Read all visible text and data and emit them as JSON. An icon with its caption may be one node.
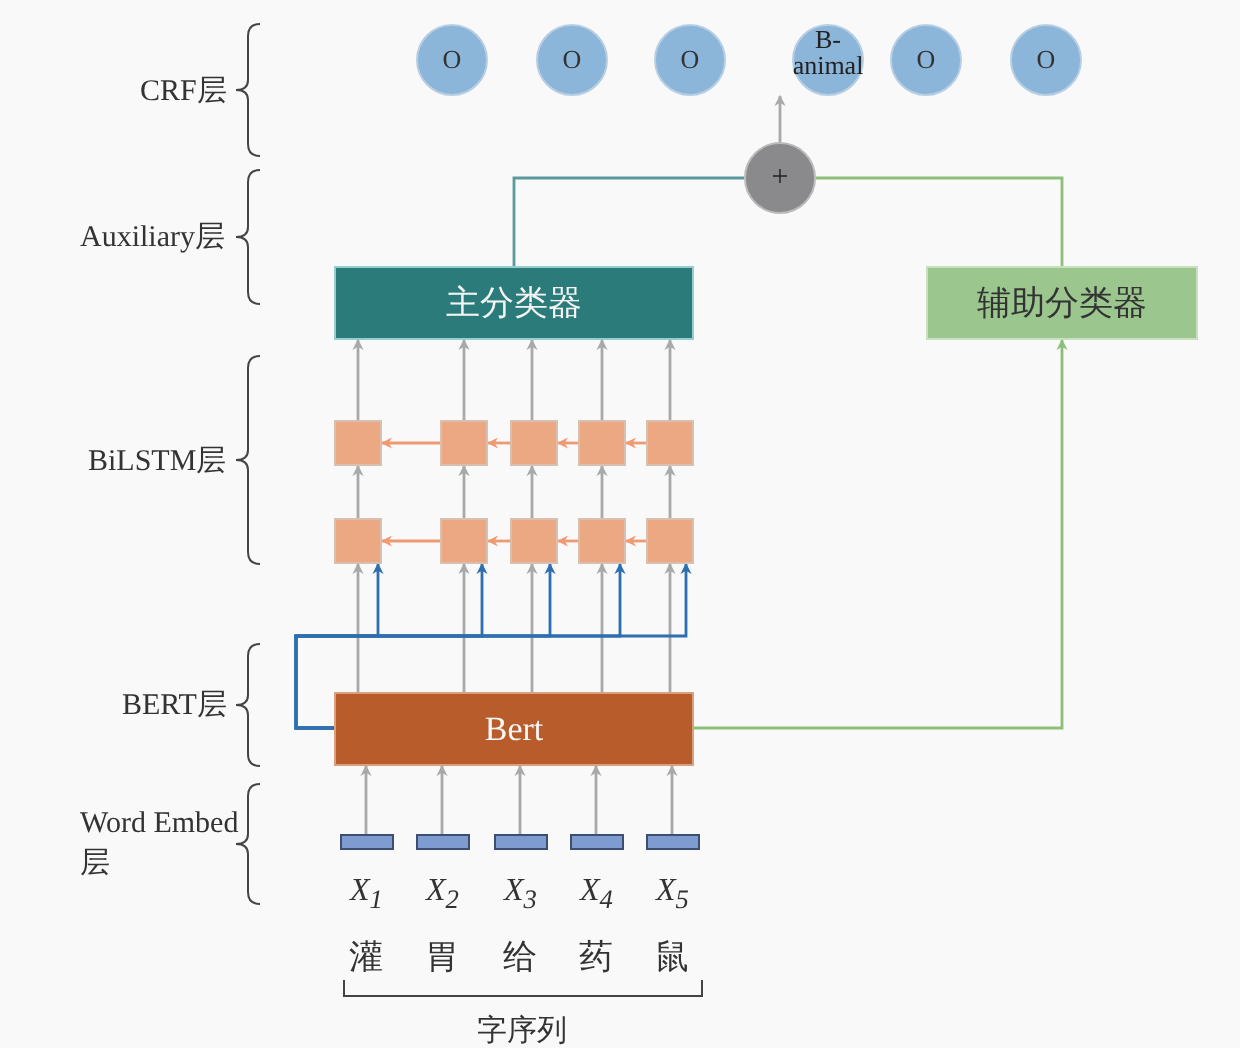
{
  "diagram": {
    "nodes": [
      {
        "text": [
          "O"
        ]
      },
      {
        "text": [
          "O"
        ]
      },
      {
        "text": [
          "O"
        ]
      },
      {
        "text": [
          "B-animal"
        ]
      },
      {
        "text": [
          "O"
        ]
      },
      {
        "text": [
          "O"
        ]
      },
      {
        "text": [
          "+"
        ]
      },
      {
        "text": [
          "主分类器"
        ]
      },
      {
        "text": [
          "辅助分类器"
        ]
      },
      {
        "text": [],
        "shape": "box"
      },
      {
        "text": [],
        "shape": "box"
      },
      {
        "text": [],
        "shape": "box"
      },
      {
        "text": [],
        "shape": "box"
      },
      {
        "text": [],
        "shape": "box"
      },
      {
        "text": [],
        "shape": "box"
      },
      {
        "text": [],
        "shape": "box"
      },
      {
        "text": [],
        "shape": "box"
      },
      {
        "text": [],
        "shape": "box"
      },
      {
        "text": [],
        "shape": "box"
      },
      {
        "text": [
          "Bert"
        ]
      },
      {
        "text": [],
        "shape": "bar"
      },
      {
        "text": [],
        "shape": "bar"
      },
      {
        "text": [],
        "shape": "bar"
      },
      {
        "text": [],
        "shape": "bar"
      },
      {
        "text": [],
        "shape": "bar"
      }
    ],
    "edges": [
      {
        "from": 6,
        "to": 3,
        "arrow": "to"
      },
      {
        "from": 7,
        "to": 6,
        "arrow": "none",
        "color": "#5a9a9c"
      },
      {
        "from": 8,
        "to": 6,
        "arrow": "none",
        "color": "#8dbf7a"
      },
      {
        "from": 19,
        "to": 8,
        "arrow": "to",
        "color": "#8dbf7a"
      },
      {
        "from": 9,
        "to": 7,
        "arrow": "to"
      },
      {
        "from": 10,
        "to": 7,
        "arrow": "to"
      },
      {
        "from": 11,
        "to": 7,
        "arrow": "to"
      },
      {
        "from": 12,
        "to": 7,
        "arrow": "to"
      },
      {
        "from": 13,
        "to": 7,
        "arrow": "to"
      },
      {
        "from": 14,
        "to": 9,
        "arrow": "to"
      },
      {
        "from": 15,
        "to": 10,
        "arrow": "to"
      },
      {
        "from": 16,
        "to": 11,
        "arrow": "to"
      },
      {
        "from": 17,
        "to": 12,
        "arrow": "to"
      },
      {
        "from": 18,
        "to": 13,
        "arrow": "to"
      },
      {
        "from": 10,
        "to": 9,
        "arrow": "to",
        "color": "#f09a72"
      },
      {
        "from": 11,
        "to": 10,
        "arrow": "to",
        "color": "#f09a72"
      },
      {
        "from": 12,
        "to": 11,
        "arrow": "to",
        "color": "#f09a72"
      },
      {
        "from": 13,
        "to": 12,
        "arrow": "to",
        "color": "#f09a72"
      },
      {
        "from": 15,
        "to": 14,
        "arrow": "to",
        "color": "#f09a72"
      },
      {
        "from": 16,
        "to": 15,
        "arrow": "to",
        "color": "#f09a72"
      },
      {
        "from": 17,
        "to": 16,
        "arrow": "to",
        "color": "#f09a72"
      },
      {
        "from": 18,
        "to": 17,
        "arrow": "to",
        "color": "#f09a72"
      },
      {
        "from": 19,
        "to": 14,
        "arrow": "to"
      },
      {
        "from": 19,
        "to": 15,
        "arrow": "to"
      },
      {
        "from": 19,
        "to": 16,
        "arrow": "to"
      },
      {
        "from": 19,
        "to": 17,
        "arrow": "to"
      },
      {
        "from": 19,
        "to": 18,
        "arrow": "to"
      },
      {
        "from": 19,
        "to": 14,
        "arrow": "to",
        "color": "#2e6fb0"
      },
      {
        "from": 19,
        "to": 15,
        "arrow": "to",
        "color": "#2e6fb0"
      },
      {
        "from": 19,
        "to": 16,
        "arrow": "to",
        "color": "#2e6fb0"
      },
      {
        "from": 19,
        "to": 17,
        "arrow": "to",
        "color": "#2e6fb0"
      },
      {
        "from": 19,
        "to": 18,
        "arrow": "to",
        "color": "#2e6fb0"
      },
      {
        "from": 20,
        "to": 19,
        "arrow": "to"
      },
      {
        "from": 21,
        "to": 19,
        "arrow": "to"
      },
      {
        "from": 22,
        "to": 19,
        "arrow": "to"
      },
      {
        "from": 23,
        "to": 19,
        "arrow": "to"
      },
      {
        "from": 24,
        "to": 19,
        "arrow": "to"
      }
    ],
    "labels": [
      "CRF层",
      "Auxiliary层",
      "BiLSTM层",
      "BERT层",
      "Word Embed层",
      "X$_{1}$",
      "X$_{2}$",
      "X$_{3}$",
      "X$_{4}$",
      "X$_{5}$",
      "灌",
      "胃",
      "给",
      "药",
      "鼠",
      "字序列"
    ]
  }
}
